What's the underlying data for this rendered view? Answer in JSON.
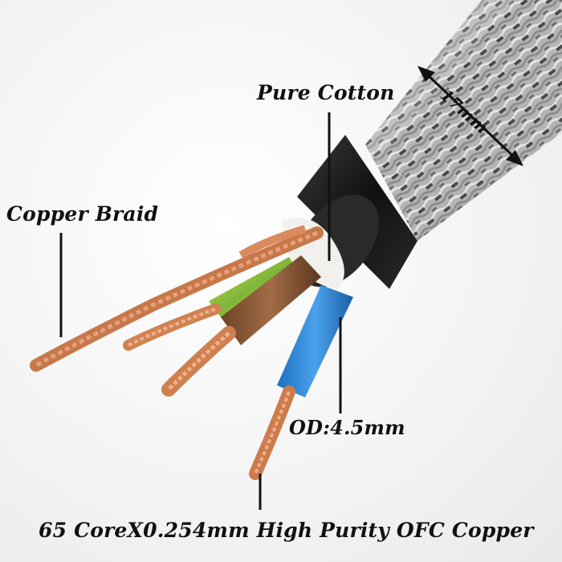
{
  "labels": {
    "pure_cotton": "Pure Cotton",
    "copper_braid": "Copper Braid",
    "outer_diameter": "OD:4.5mm",
    "cable_diameter": "17mm",
    "conductor_spec": "65 CoreX0.254mm High Purity  OFC Copper"
  },
  "colors": {
    "braid": "#b9b9b9",
    "jacket": "#1c1c1c",
    "copper": "#d9895a",
    "yellow_green": "#a9c93a",
    "brown": "#8a5a3a",
    "blue": "#2f86d6"
  }
}
